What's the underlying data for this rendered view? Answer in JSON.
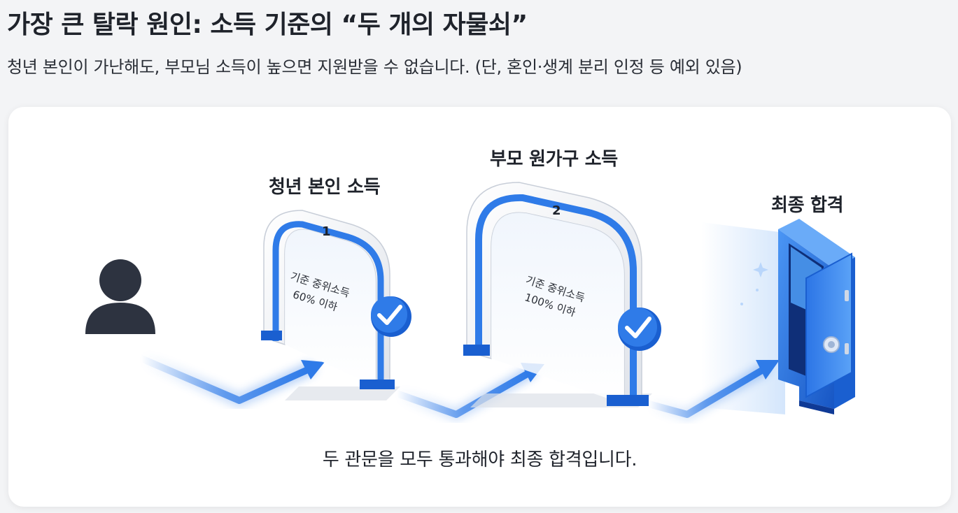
{
  "header": {
    "title": "가장 큰 탈락 원인: 소득 기준의 “두 개의 자물쇠”",
    "subtitle": "청년 본인이 가난해도, 부모님 소득이 높으면 지원받을 수 없습니다. (단, 혼인·생계 분리 인정 등 예외 있음)"
  },
  "diagram": {
    "applicant_icon": "person-icon",
    "gates": [
      {
        "number": "1",
        "label": "청년 본인 소득",
        "criteria_line1": "기준 중위소득",
        "criteria_line2": "60% 이하",
        "status_icon": "check-icon"
      },
      {
        "number": "2",
        "label": "부모 원가구 소득",
        "criteria_line1": "기준 중위소득",
        "criteria_line2": "100% 이하",
        "status_icon": "check-icon"
      }
    ],
    "final": {
      "label": "최종 합격",
      "icon": "open-safe-icon"
    },
    "footer": "두 관문을 모두 통과해야 최종 합격입니다."
  },
  "colors": {
    "accent_blue": "#2f7be8",
    "dark_blue": "#1a5fd0",
    "gate_gray": "#e9ebef",
    "text_dark": "#1f232b",
    "person": "#2d3340"
  }
}
